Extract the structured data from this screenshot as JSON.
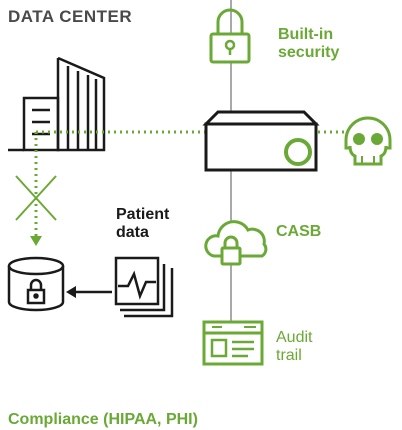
{
  "title": "DATA CENTER",
  "security_label_line1": "Built-in",
  "security_label_line2": "security",
  "patient_label_line1": "Patient",
  "patient_label_line2": "data",
  "casb_label": "CASB",
  "audit_label_line1": "Audit",
  "audit_label_line2": "trail",
  "compliance_label": "Compliance (HIPAA, PHI)",
  "colors": {
    "accent_green": "#6aa936",
    "gray_line": "#a9a9a9",
    "dark": "#1a1a1a",
    "title_gray": "#4a4a4a"
  },
  "icons": [
    "padlock-icon",
    "building-icon",
    "server-appliance-icon",
    "skull-threat-icon",
    "blocked-x-icon",
    "database-lock-icon",
    "data-stack-icon",
    "cloud-lock-icon",
    "audit-doc-icon"
  ]
}
